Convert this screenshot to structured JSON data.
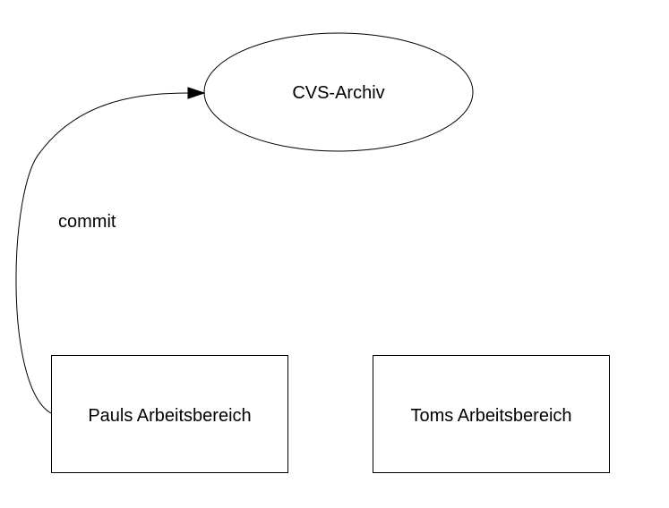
{
  "diagram": {
    "archive": {
      "label": "CVS-Archiv"
    },
    "edge": {
      "label": "commit"
    },
    "workspaces": [
      {
        "label": "Pauls Arbeitsbereich"
      },
      {
        "label": "Toms Arbeitsbereich"
      }
    ]
  }
}
